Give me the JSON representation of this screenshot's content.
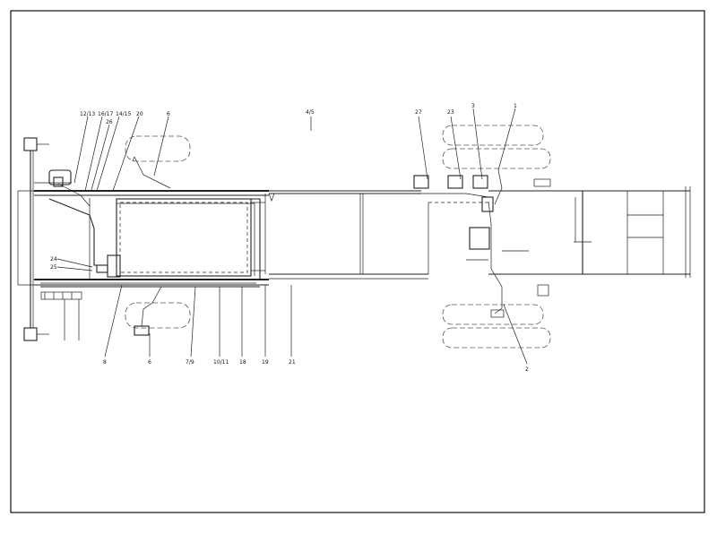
{
  "callouts": {
    "c12_13": "12/13",
    "c16_17": "16/17",
    "c14_15": "14/15",
    "c26": "26",
    "c20": "20",
    "c6_top": "6",
    "c4_5": "4/5",
    "c27": "27",
    "c23": "23",
    "c3": "3",
    "c1": "1",
    "c24": "24",
    "c25": "25",
    "c8": "8",
    "c6_bottom": "6",
    "c7_9": "7/9",
    "c10_11": "10/11",
    "c18": "18",
    "c19": "19",
    "c21": "21",
    "c2": "2"
  }
}
